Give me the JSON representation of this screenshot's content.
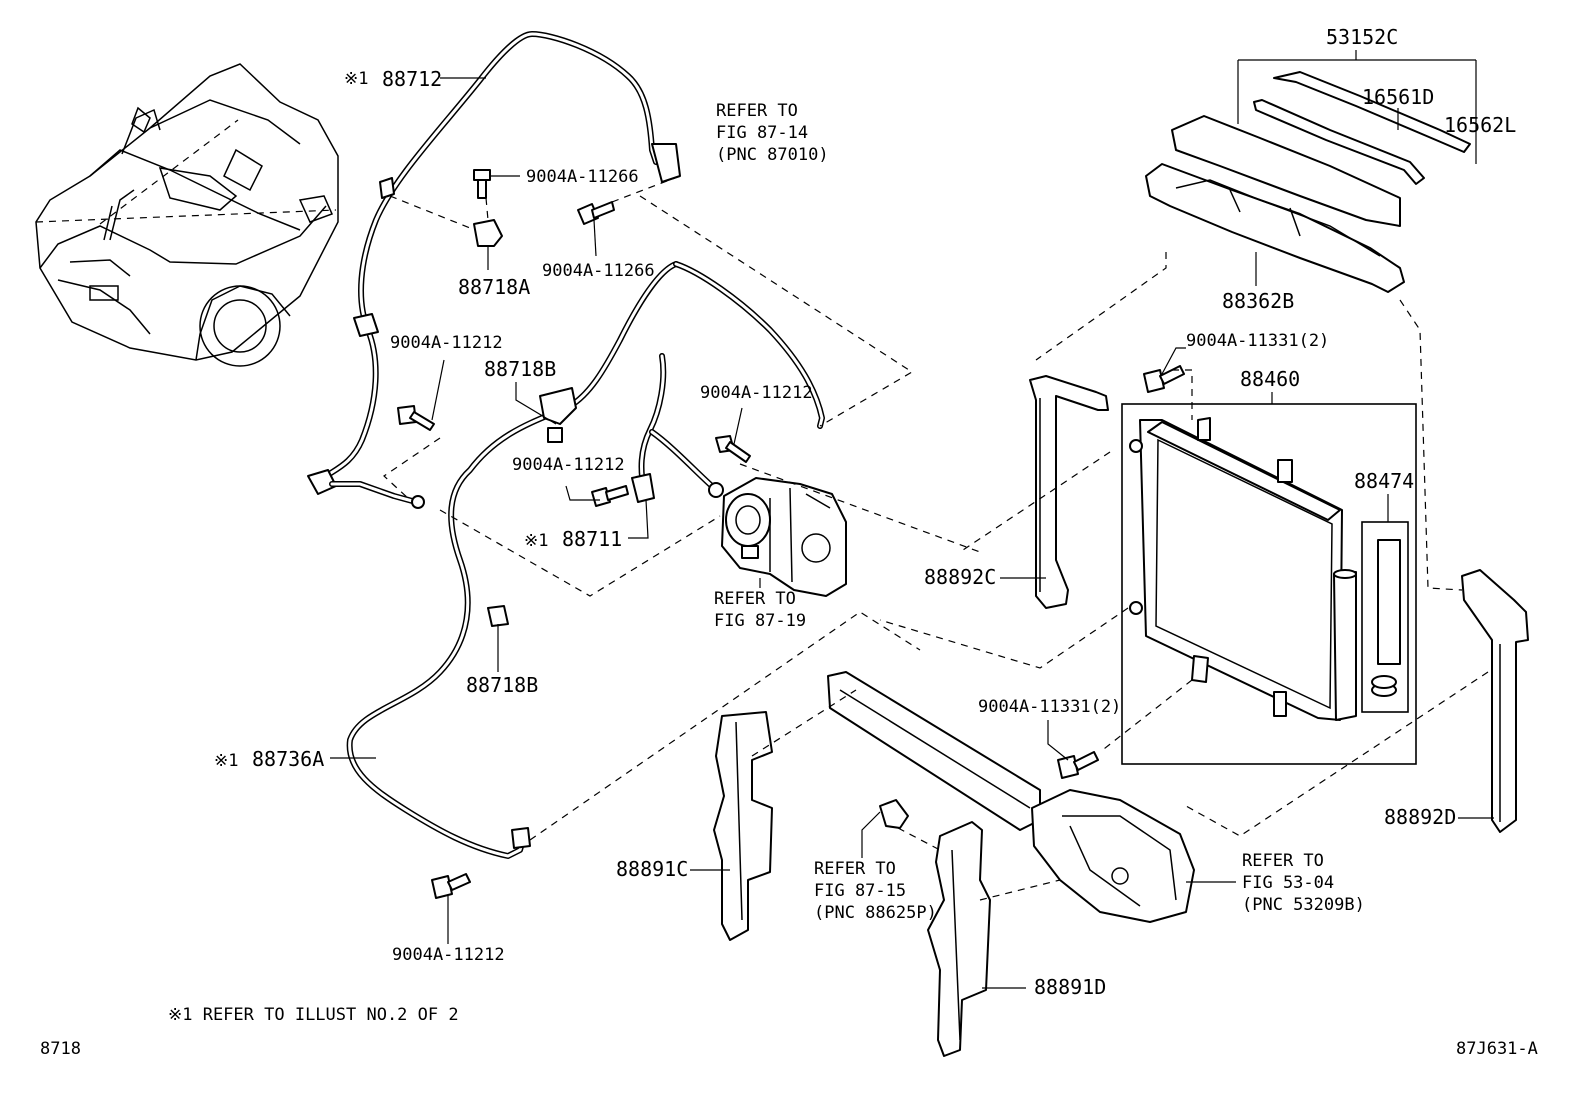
{
  "labels": {
    "p53152C": "53152C",
    "p16561D": "16561D",
    "p16562L": "16562L",
    "p88362B": "88362B",
    "p88712": "88712",
    "p88712_mark": "※1",
    "p88711": "88711",
    "p88711_mark": "※1",
    "p88736A": "88736A",
    "p88736A_mark": "※1",
    "p88718A": "88718A",
    "p88718B_top": "88718B",
    "p88718B_bottom": "88718B",
    "bolt_11266_a": "9004A-11266",
    "bolt_11266_b": "9004A-11266",
    "bolt_11212_a": "9004A-11212",
    "bolt_11212_b": "9004A-11212",
    "bolt_11212_c": "9004A-11212",
    "bolt_11212_d": "9004A-11212",
    "bolt_11331_a": "9004A-11331(2)",
    "bolt_11331_b": "9004A-11331(2)",
    "p88460": "88460",
    "p88474": "88474",
    "p88892C": "88892C",
    "p88892D": "88892D",
    "p88891C": "88891C",
    "p88891D": "88891D"
  },
  "refs": {
    "fig_87_14": [
      "REFER TO",
      "FIG 87-14",
      "(PNC 87010)"
    ],
    "fig_87_19": [
      "REFER TO",
      "FIG 87-19"
    ],
    "fig_87_15": [
      "REFER TO",
      "FIG 87-15",
      "(PNC 88625P)"
    ],
    "fig_53_04": [
      "REFER TO",
      "FIG 53-04",
      "(PNC 53209B)"
    ]
  },
  "footnote": "※1 REFER TO ILLUST NO.2 OF 2",
  "page_code": "8718",
  "illust_code": "87J631-A"
}
